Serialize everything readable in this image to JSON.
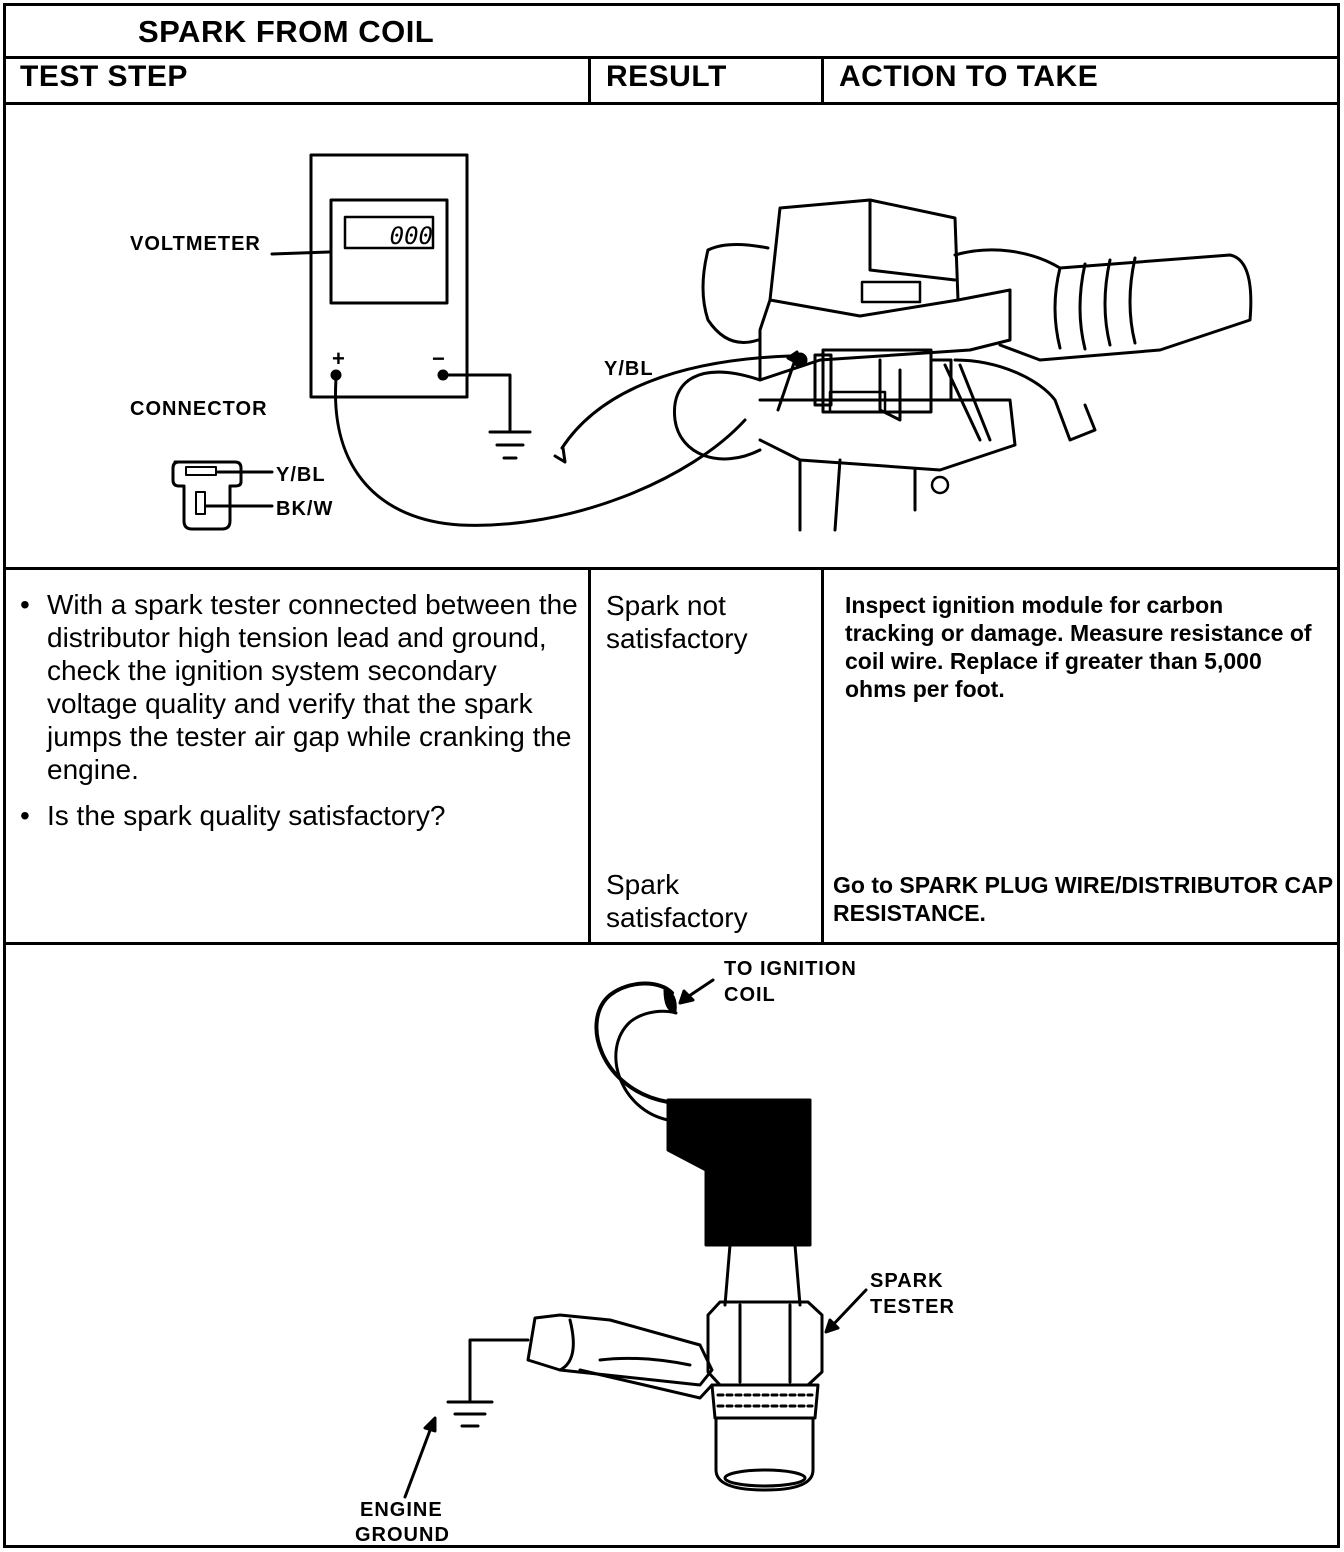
{
  "title": "SPARK FROM COIL",
  "headers": {
    "test_step": "TEST STEP",
    "result": "RESULT",
    "action": "ACTION TO TAKE"
  },
  "figure1": {
    "voltmeter_label": "VOLTMETER",
    "display_value": "000",
    "plus_sign": "+",
    "minus_sign": "−",
    "connector_label": "CONNECTOR",
    "wire_label": "Y/BL",
    "pin1_label": "Y/BL",
    "pin2_label": "BK/W"
  },
  "steps": [
    "With a spark tester connected between the distributor high tension lead and ground, check the ignition system secondary voltage quality and verify that the spark jumps the tester air gap while cranking the engine.",
    "Is the spark quality satisfactory?"
  ],
  "results": [
    {
      "result": "Spark not satisfactory",
      "action": "Inspect ignition module for carbon tracking or damage. Measure resistance of coil wire. Replace if greater than 5,000 ohms per foot."
    },
    {
      "result": "Spark satisfactory",
      "action": "Go to SPARK PLUG WIRE/DISTRIBUTOR CAP RESISTANCE."
    }
  ],
  "figure2": {
    "to_coil_line1": "TO IGNITION",
    "to_coil_line2": "COIL",
    "tester_line1": "SPARK",
    "tester_line2": "TESTER",
    "ground_line1": "ENGINE",
    "ground_line2": "GROUND"
  }
}
